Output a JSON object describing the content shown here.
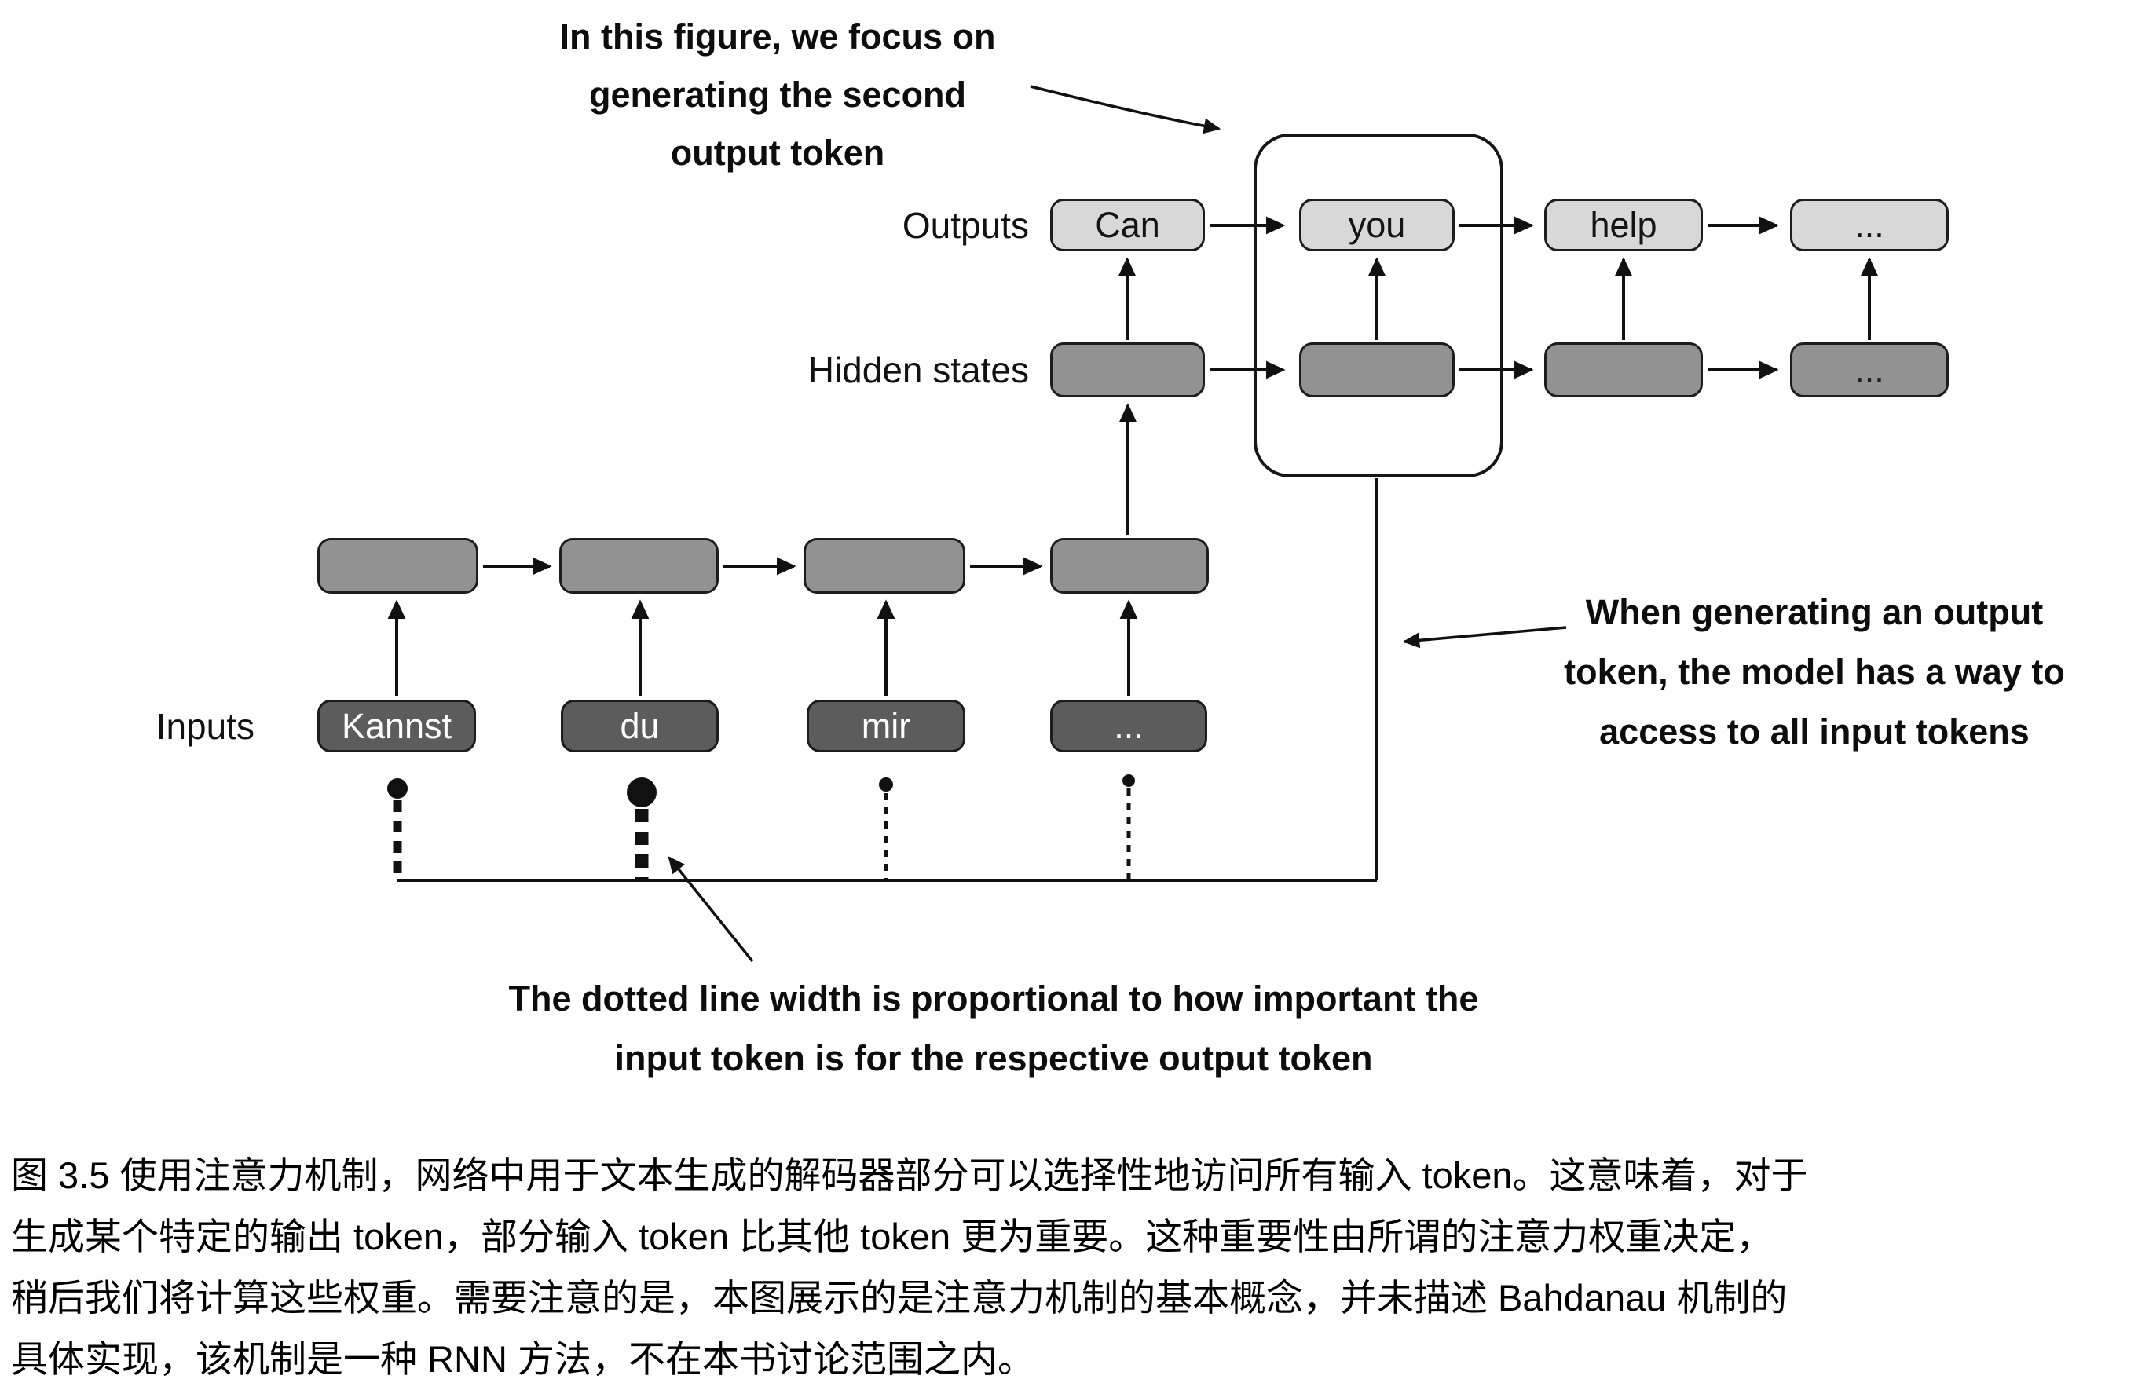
{
  "figure": {
    "annotations": {
      "top": [
        "In this figure, we focus on",
        "generating the second",
        "output token"
      ],
      "right": [
        "When generating an output",
        "token, the model has a way to",
        "access to all input tokens"
      ],
      "bottom": [
        "The dotted line width is proportional to how important the",
        "input token is for the respective output token"
      ]
    },
    "row_labels": {
      "outputs": "Outputs",
      "hidden_states": "Hidden states",
      "inputs": "Inputs"
    },
    "output_tokens": [
      "Can",
      "you",
      "help",
      "..."
    ],
    "hidden_tokens": [
      "",
      "",
      "",
      "..."
    ],
    "input_tokens": [
      "Kannst",
      "du",
      "mir",
      "..."
    ],
    "colors": {
      "output_box": "#d8d8d8",
      "hidden_box": "#929292",
      "input_box": "#5c5c5c",
      "ink": "#111111"
    }
  },
  "caption": {
    "lines": [
      "图 3.5 使用注意力机制，网络中用于文本生成的解码器部分可以选择性地访问所有输入 token。这意味着，对于",
      "生成某个特定的输出 token，部分输入 token 比其他 token 更为重要。这种重要性由所谓的注意力权重决定，",
      "稍后我们将计算这些权重。需要注意的是，本图展示的是注意力机制的基本概念，并未描述 Bahdanau 机制的",
      "具体实现，该机制是一种 RNN 方法，不在本书讨论范围之内。"
    ]
  }
}
